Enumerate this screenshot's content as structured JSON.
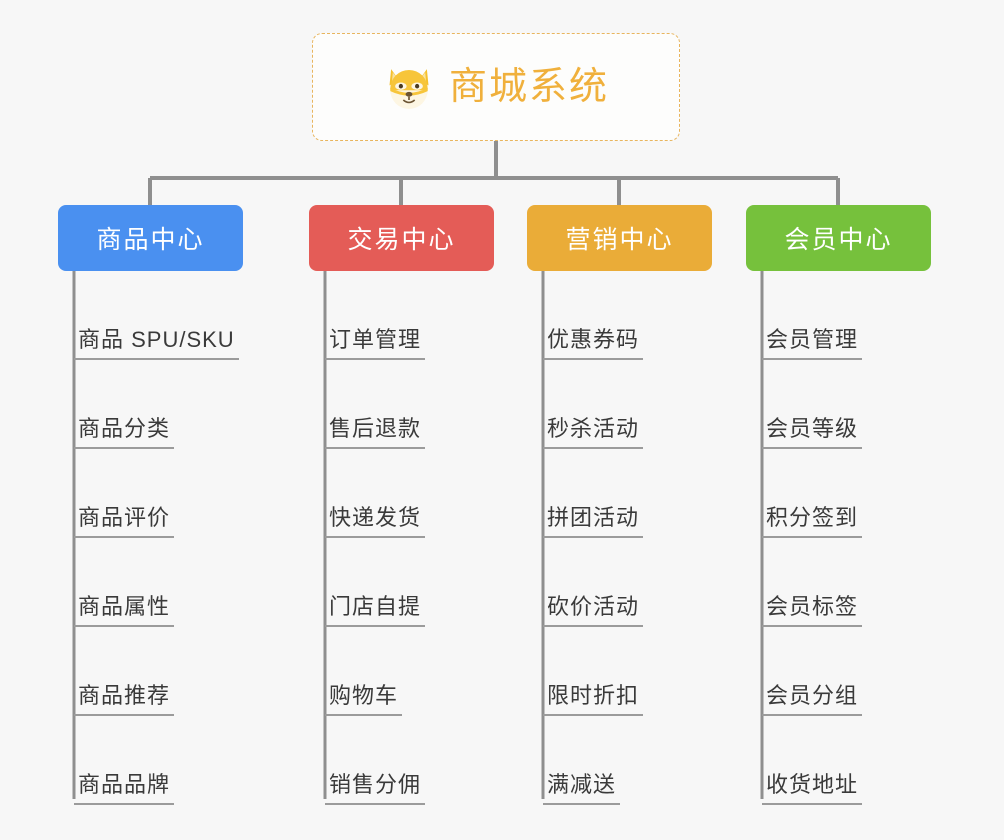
{
  "diagram": {
    "type": "mind-map",
    "title": "商城系统",
    "background_color": "#f7f7f7",
    "root": {
      "label": "商城系统",
      "icon": "shiba-inu-dog-emoji",
      "text_color": "#f0b03c",
      "border_color": "#e8b55e",
      "border_style": "dashed"
    },
    "connector_color": "#8f8f8f",
    "leaf_underline_color": "#9b9b9b",
    "branches": [
      {
        "label": "商品中心",
        "color": "#4a90f0",
        "items": [
          "商品 SPU/SKU",
          "商品分类",
          "商品评价",
          "商品属性",
          "商品推荐",
          "商品品牌"
        ]
      },
      {
        "label": "交易中心",
        "color": "#e45c57",
        "items": [
          "订单管理",
          "售后退款",
          "快递发货",
          "门店自提",
          "购物车",
          "销售分佣"
        ]
      },
      {
        "label": "营销中心",
        "color": "#eaac38",
        "items": [
          "优惠券码",
          "秒杀活动",
          "拼团活动",
          "砍价活动",
          "限时折扣",
          "满减送"
        ]
      },
      {
        "label": "会员中心",
        "color": "#76c13c",
        "items": [
          "会员管理",
          "会员等级",
          "积分签到",
          "会员标签",
          "会员分组",
          "收货地址"
        ]
      }
    ]
  }
}
